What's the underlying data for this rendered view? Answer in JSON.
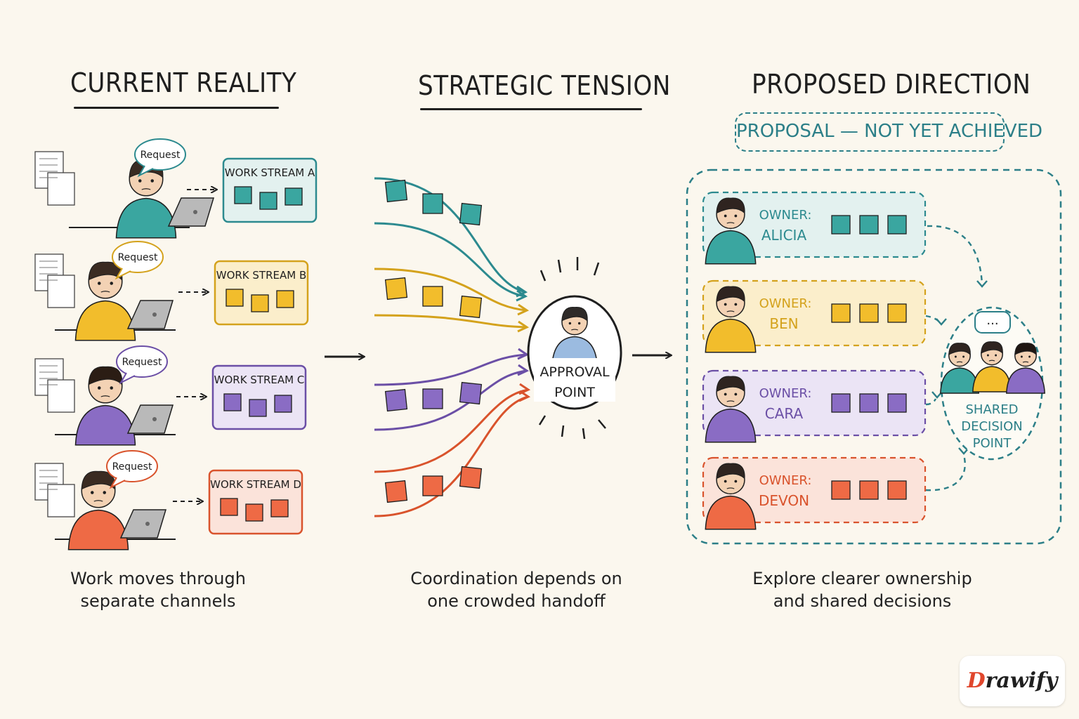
{
  "colors": {
    "teal": "#2c8a8f",
    "teal_fill": "#3aa6a0",
    "yellow": "#d4a21c",
    "yellow_fill": "#f2bd2c",
    "purple": "#6b4fa6",
    "purple_fill": "#8a6cc4",
    "red": "#d9532c",
    "red_fill": "#ee6a45",
    "badge": "#2c7f88"
  },
  "current_reality": {
    "heading": "CURRENT REALITY",
    "request_label": "Request",
    "streams": [
      {
        "label": "WORK STREAM A"
      },
      {
        "label": "WORK STREAM B"
      },
      {
        "label": "WORK STREAM C"
      },
      {
        "label": "WORK STREAM D"
      }
    ],
    "caption_line1": "Work moves through",
    "caption_line2": "separate channels"
  },
  "strategic_tension": {
    "heading": "STRATEGIC TENSION",
    "approval_line1": "APPROVAL",
    "approval_line2": "POINT",
    "caption_line1": "Coordination depends on",
    "caption_line2": "one crowded handoff"
  },
  "proposed_direction": {
    "heading": "PROPOSED DIRECTION",
    "badge": "PROPOSAL — NOT YET ACHIEVED",
    "owner_prefix": "OWNER:",
    "owners": [
      {
        "name": "ALICIA"
      },
      {
        "name": "BEN"
      },
      {
        "name": "CARA"
      },
      {
        "name": "DEVON"
      }
    ],
    "shared_line1": "SHARED",
    "shared_line2": "DECISION",
    "shared_line3": "POINT",
    "speech": "...",
    "caption_line1": "Explore clearer ownership",
    "caption_line2": "and shared decisions"
  },
  "logo": {
    "first_letter": "D",
    "rest": "rawify"
  }
}
